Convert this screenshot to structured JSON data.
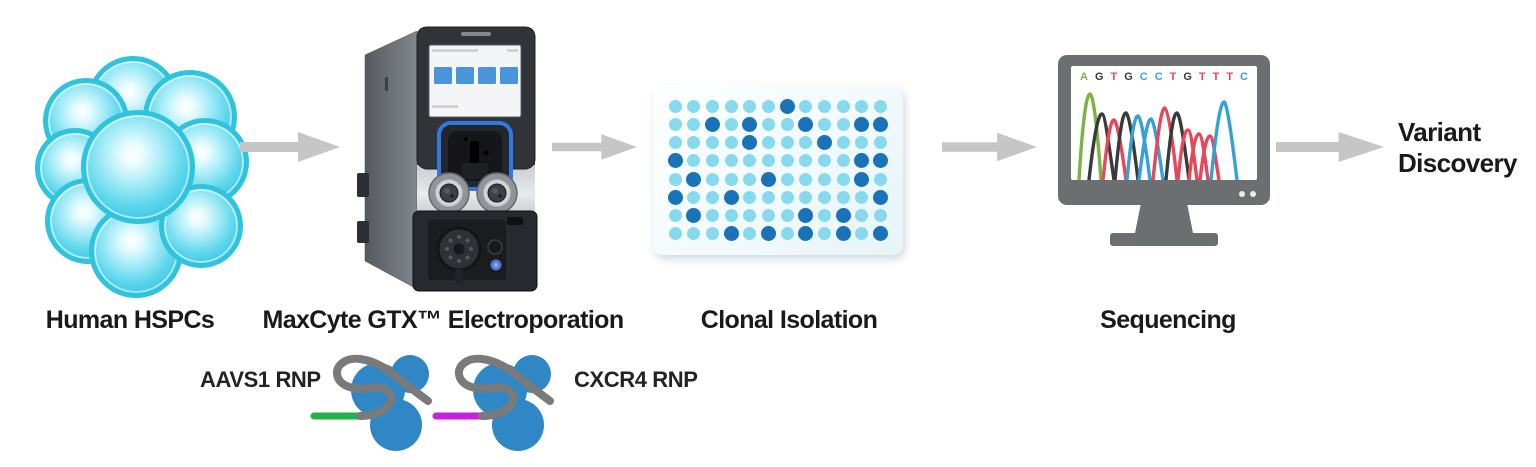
{
  "steps": {
    "hspcs": {
      "label": "Human HSPCs"
    },
    "electroporation": {
      "label": "MaxCyte GTX™ Electroporation"
    },
    "clonal_isolation": {
      "label": "Clonal Isolation"
    },
    "sequencing": {
      "label": "Sequencing"
    },
    "variant_discovery": {
      "label_line1": "Variant",
      "label_line2": "Discovery"
    }
  },
  "rnp": {
    "left": {
      "label": "AAVS1 RNP",
      "strand_color": "#22b24c"
    },
    "right": {
      "label": "CXCR4 RNP",
      "strand_color": "#c81fe0"
    },
    "protein_color": "#2f87c5",
    "guide_color": "#7a7a7a"
  },
  "plate": {
    "rows": 8,
    "cols": 12,
    "well_light_color": "#87daee",
    "well_dark_color": "#1a73b8",
    "dark_wells": [
      [
        0,
        6
      ],
      [
        1,
        2
      ],
      [
        1,
        4
      ],
      [
        1,
        7
      ],
      [
        1,
        10
      ],
      [
        1,
        11
      ],
      [
        2,
        4
      ],
      [
        2,
        8
      ],
      [
        3,
        0
      ],
      [
        3,
        10
      ],
      [
        3,
        11
      ],
      [
        4,
        1
      ],
      [
        4,
        5
      ],
      [
        4,
        10
      ],
      [
        5,
        0
      ],
      [
        5,
        3
      ],
      [
        5,
        11
      ],
      [
        6,
        1
      ],
      [
        6,
        7
      ],
      [
        6,
        9
      ],
      [
        7,
        3
      ],
      [
        7,
        5
      ],
      [
        7,
        7
      ],
      [
        7,
        9
      ],
      [
        7,
        11
      ]
    ]
  },
  "chromatogram": {
    "sequence": "AGTGCCTGTTTC",
    "bases": [
      {
        "base": "A",
        "color": "#7cb342"
      },
      {
        "base": "G",
        "color": "#3a3a3a"
      },
      {
        "base": "T",
        "color": "#e8475a"
      },
      {
        "base": "G",
        "color": "#3a3a3a"
      },
      {
        "base": "C",
        "color": "#36a0d9"
      },
      {
        "base": "C",
        "color": "#36a0d9"
      },
      {
        "base": "T",
        "color": "#e8475a"
      },
      {
        "base": "G",
        "color": "#3a3a3a"
      },
      {
        "base": "T",
        "color": "#e8475a"
      },
      {
        "base": "T",
        "color": "#e8475a"
      },
      {
        "base": "T",
        "color": "#e8475a"
      },
      {
        "base": "C",
        "color": "#36a0d9"
      }
    ],
    "trace_colors": {
      "A": "#7cb342",
      "G": "#3a3a3a",
      "T": "#e8475a",
      "C": "#36a0d9"
    }
  },
  "colors": {
    "arrow": "#c6c6c6",
    "label": "#1a1a1a",
    "cell": "#38c7e0",
    "monitor": "#6c6f71"
  }
}
